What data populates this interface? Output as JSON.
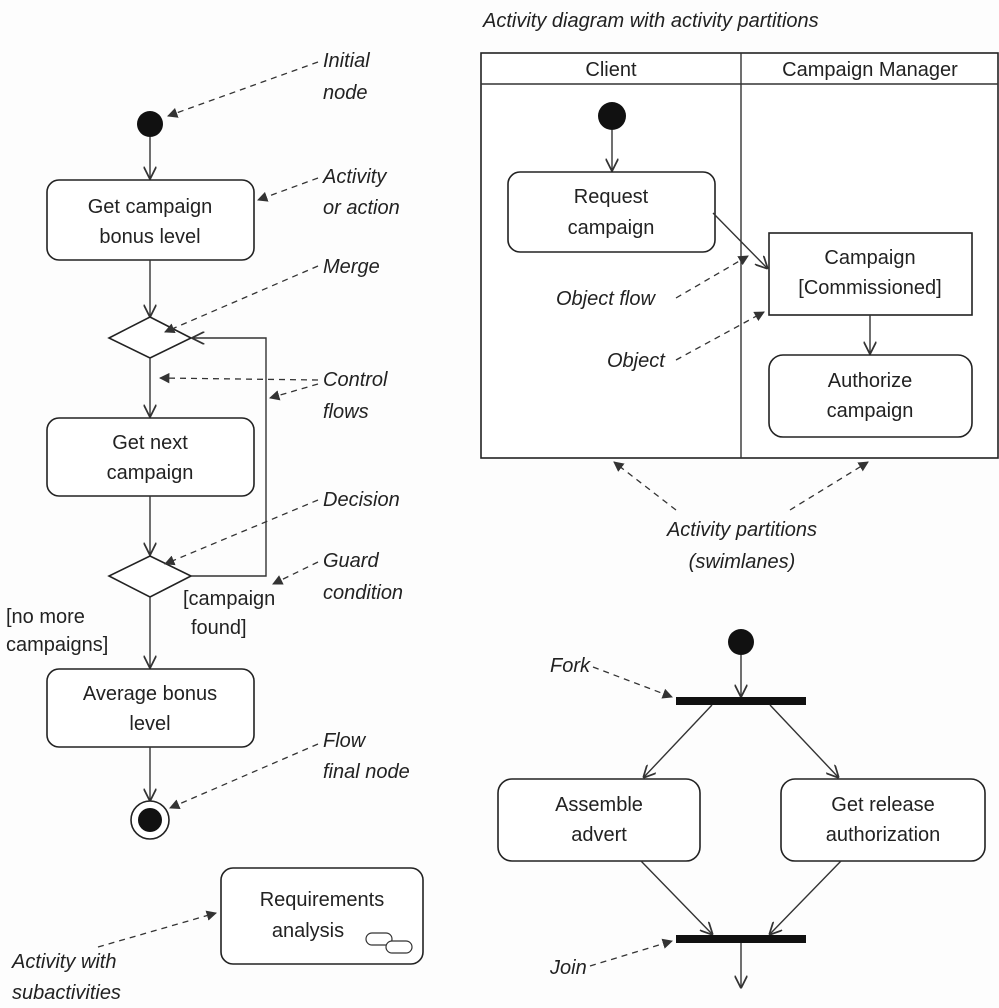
{
  "title": "Activity diagram with activity partitions",
  "partitions": [
    "Client",
    "Campaign Manager"
  ],
  "nodes": {
    "get_bonus": [
      "Get campaign",
      "bonus level"
    ],
    "get_next": [
      "Get next",
      "campaign"
    ],
    "average": [
      "Average bonus",
      "level"
    ],
    "requirements": [
      "Requirements",
      "analysis"
    ],
    "request": [
      "Request",
      "campaign"
    ],
    "campaign_obj": [
      "Campaign",
      "[Commissioned]"
    ],
    "authorize": [
      "Authorize",
      "campaign"
    ],
    "assemble": [
      "Assemble",
      "advert"
    ],
    "release": [
      "Get release",
      "authorization"
    ]
  },
  "guards": {
    "no_more": [
      "[no more",
      "campaigns]"
    ],
    "found": [
      "[campaign",
      "found]"
    ]
  },
  "annotations": {
    "initial": [
      "Initial",
      "node"
    ],
    "activity": [
      "Activity",
      "or action"
    ],
    "merge": [
      "Merge"
    ],
    "control": [
      "Control",
      "flows"
    ],
    "decision": [
      "Decision"
    ],
    "guard": [
      "Guard",
      "condition"
    ],
    "flow_final": [
      "Flow",
      "final node"
    ],
    "subactivities": [
      "Activity with",
      "subactivities"
    ],
    "object_flow": [
      "Object flow"
    ],
    "object": [
      "Object"
    ],
    "partitions": [
      "Activity partitions",
      "(swimlanes)"
    ],
    "fork": [
      "Fork"
    ],
    "join": [
      "Join"
    ]
  }
}
